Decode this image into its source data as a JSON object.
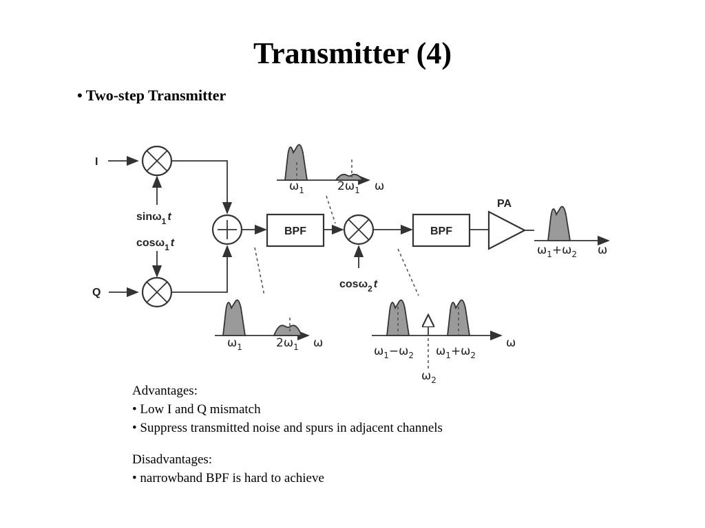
{
  "slide": {
    "title": "Transmitter (4)",
    "bullet": "• Two-step Transmitter",
    "advantages_heading": "Advantages:",
    "advantages": [
      "• Low I and Q mismatch",
      "• Suppress transmitted noise and spurs in adjacent channels"
    ],
    "disadvantages_heading": "Disadvantages:",
    "disadvantages": [
      "• narrowband BPF is hard to achieve"
    ]
  },
  "diagram": {
    "input_i": "I",
    "input_q": "Q",
    "lo1_sin": "sinω",
    "lo1_cos": "cosω",
    "lo2_cos": "cosω",
    "bpf1": "BPF",
    "bpf2": "BPF",
    "pa": "PA",
    "sub_1": "1",
    "sub_2": "2",
    "t": "t",
    "omega": "ω",
    "two_omega": "2ω",
    "plus": "+",
    "minus": "−"
  }
}
